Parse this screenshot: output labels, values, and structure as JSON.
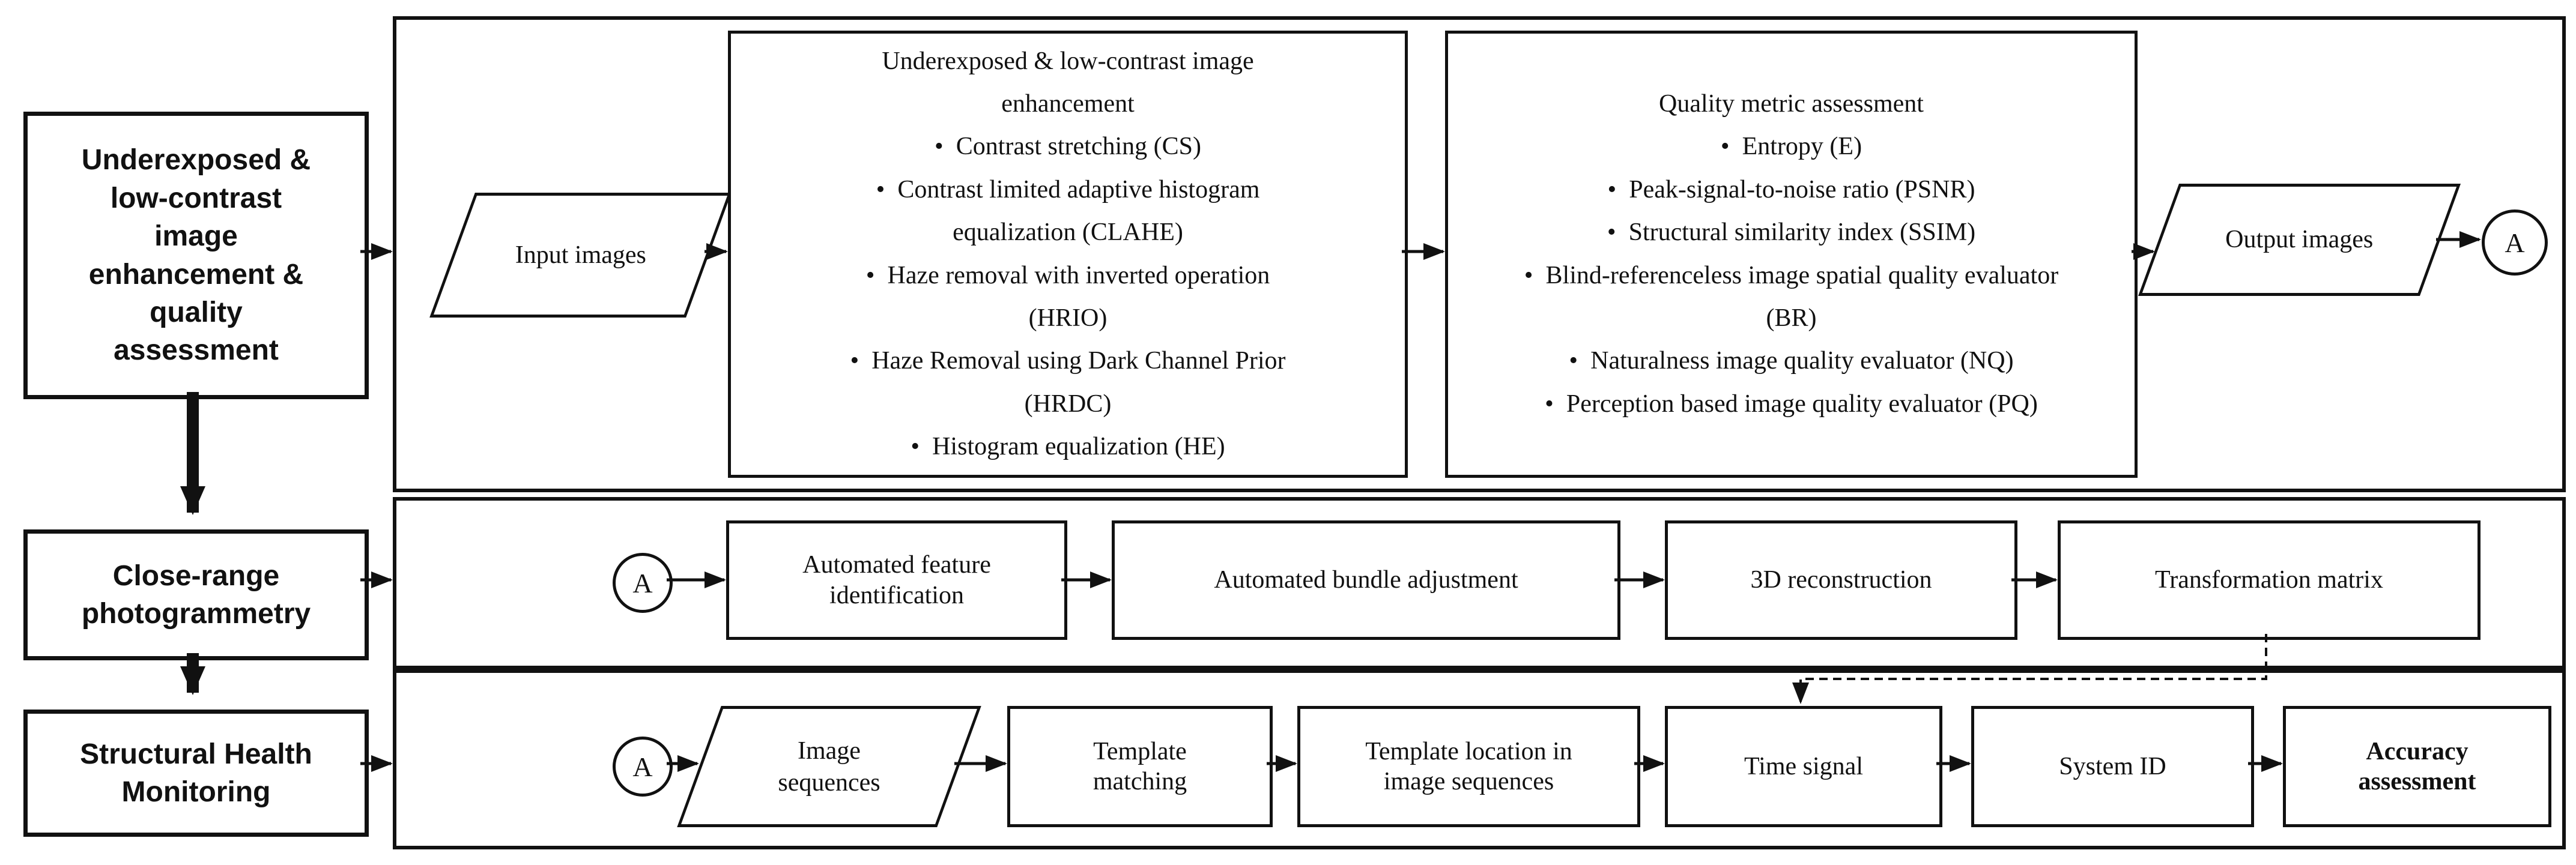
{
  "colors": {
    "ink": "#111111",
    "background": "#ffffff"
  },
  "connector_label": "A",
  "left_labels": {
    "enhancement": "Underexposed & low-contrast image enhancement & quality assessment",
    "photogrammetry": "Close-range photogrammetry",
    "shm": "Structural Health Monitoring"
  },
  "row1": {
    "input_label": "Input images",
    "enhancement_box": {
      "title": "Underexposed & low-contrast image enhancement",
      "bullets": [
        "Contrast stretching (CS)",
        "Contrast limited adaptive histogram equalization (CLAHE)",
        "Haze removal with inverted operation (HRIO)",
        "Haze Removal using Dark Channel Prior (HRDC)",
        "Histogram equalization (HE)"
      ]
    },
    "quality_box": {
      "title": "Quality metric assessment",
      "bullets": [
        "Entropy (E)",
        "Peak-signal-to-noise ratio (PSNR)",
        "Structural similarity index (SSIM)",
        "Blind-referenceless image spatial quality evaluator (BR)",
        "Naturalness image quality evaluator (NQ)",
        "Perception based image quality evaluator (PQ)"
      ]
    },
    "output_label": "Output images"
  },
  "row2": {
    "steps": [
      "Automated feature identification",
      "Automated bundle adjustment",
      "3D reconstruction",
      "Transformation matrix"
    ]
  },
  "row3": {
    "input_label": "Image sequences",
    "steps": [
      "Template matching",
      "Template location in image sequences",
      "Time signal",
      "System ID",
      "Accuracy assessment"
    ]
  }
}
